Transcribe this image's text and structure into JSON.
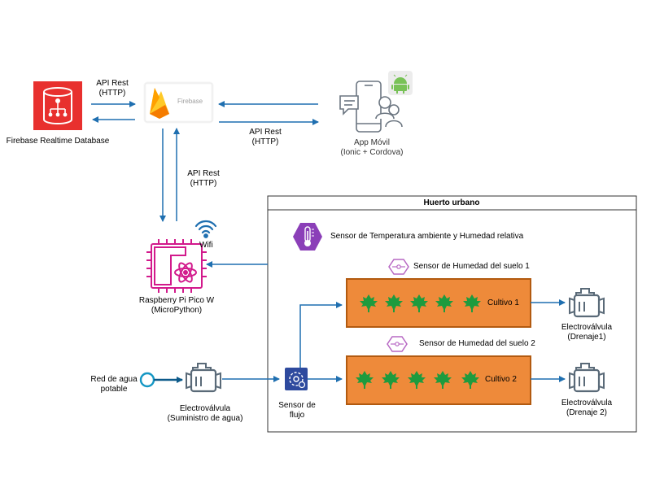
{
  "nodes": {
    "realtime_db": "Firebase Realtime Database",
    "firebase": "Firebase",
    "app": {
      "line1": "App Móvil",
      "line2": "(Ionic + Cordova)"
    },
    "pico": {
      "line1": "Raspberry Pi Pico W",
      "line2": "(MicroPython)"
    },
    "wifi": "Wifi",
    "red_agua": {
      "line1": "Red de agua",
      "line2": "potable"
    },
    "valve_supply": {
      "line1": "Electroválvula",
      "line2": "(Suministro de agua)"
    },
    "flow_sensor": {
      "line1": "Sensor de",
      "line2": "flujo"
    },
    "valve_drain1": {
      "line1": "Electroválvula",
      "line2": "(Drenaje1)"
    },
    "valve_drain2": {
      "line1": "Electroválvula",
      "line2": "(Drenaje 2)"
    }
  },
  "edges": {
    "api_db": {
      "line1": "API Rest",
      "line2": "(HTTP)"
    },
    "api_app": {
      "line1": "API Rest",
      "line2": "(HTTP)"
    },
    "api_pico": {
      "line1": "API Rest",
      "line2": "(HTTP)"
    }
  },
  "huerto": {
    "title": "Huerto urbano",
    "temp_sensor": "Sensor de Temperatura ambiente y Humedad relativa",
    "soil1": "Sensor de Humedad del suelo 1",
    "soil2": "Sensor de Humedad del suelo 2",
    "cultivo1": "Cultivo 1",
    "cultivo2": "Cultivo 2"
  },
  "colors": {
    "arrow": "#1f6fb0",
    "cultivo_fill": "#ee8a3a",
    "cultivo_border": "#b25a10",
    "leaf": "#1e9b3e",
    "db_red": "#e8302e",
    "pico_magenta": "#d21a8c",
    "purple": "#8b3fb8",
    "android_green": "#78c257"
  },
  "icons": [
    "database-icon",
    "firebase-flame-icon",
    "mobile-app-icon",
    "android-icon",
    "microcontroller-icon",
    "wifi-icon",
    "thermometer-icon",
    "soil-sensor-icon",
    "valve-icon",
    "water-source-icon",
    "flow-sensor-icon",
    "leaf-icon"
  ]
}
